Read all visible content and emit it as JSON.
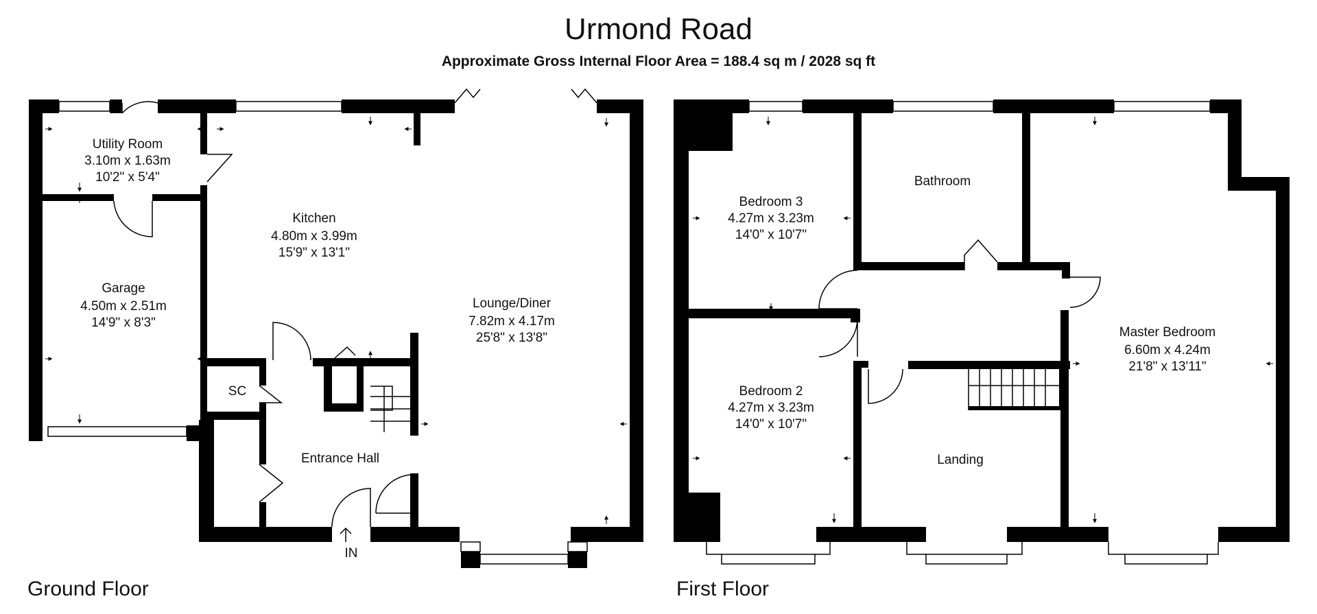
{
  "header": {
    "title": "Urmond Road",
    "subtitle": "Approximate Gross Internal Floor Area  = 188.4 sq m  / 2028 sq ft"
  },
  "floors": {
    "ground": {
      "label": "Ground Floor",
      "rooms": {
        "utility": {
          "name": "Utility Room",
          "metric": "3.10m x 1.63m",
          "imperial": "10'2\" x 5'4\""
        },
        "garage": {
          "name": "Garage",
          "metric": "4.50m x 2.51m",
          "imperial": "14'9\" x 8'3\""
        },
        "kitchen": {
          "name": "Kitchen",
          "metric": "4.80m x 3.99m",
          "imperial": "15'9\" x 13'1\""
        },
        "lounge": {
          "name": "Lounge/Diner",
          "metric": "7.82m x 4.17m",
          "imperial": "25'8\" x 13'8\""
        },
        "sc": {
          "name": "SC"
        },
        "hall": {
          "name": "Entrance Hall"
        }
      },
      "entrance_label": "IN"
    },
    "first": {
      "label": "First Floor",
      "rooms": {
        "bedroom3": {
          "name": "Bedroom 3",
          "metric": "4.27m x 3.23m",
          "imperial": "14'0\" x 10'7\""
        },
        "bathroom": {
          "name": "Bathroom"
        },
        "bedroom2": {
          "name": "Bedroom 2",
          "metric": "4.27m x 3.23m",
          "imperial": "14'0\" x 10'7\""
        },
        "landing": {
          "name": "Landing"
        },
        "master": {
          "name": "Master Bedroom",
          "metric": "6.60m x 4.24m",
          "imperial": "21'8\" x 13'11\""
        }
      }
    }
  },
  "colors": {
    "wall": "#000000",
    "background": "#ffffff",
    "text": "#111111"
  }
}
